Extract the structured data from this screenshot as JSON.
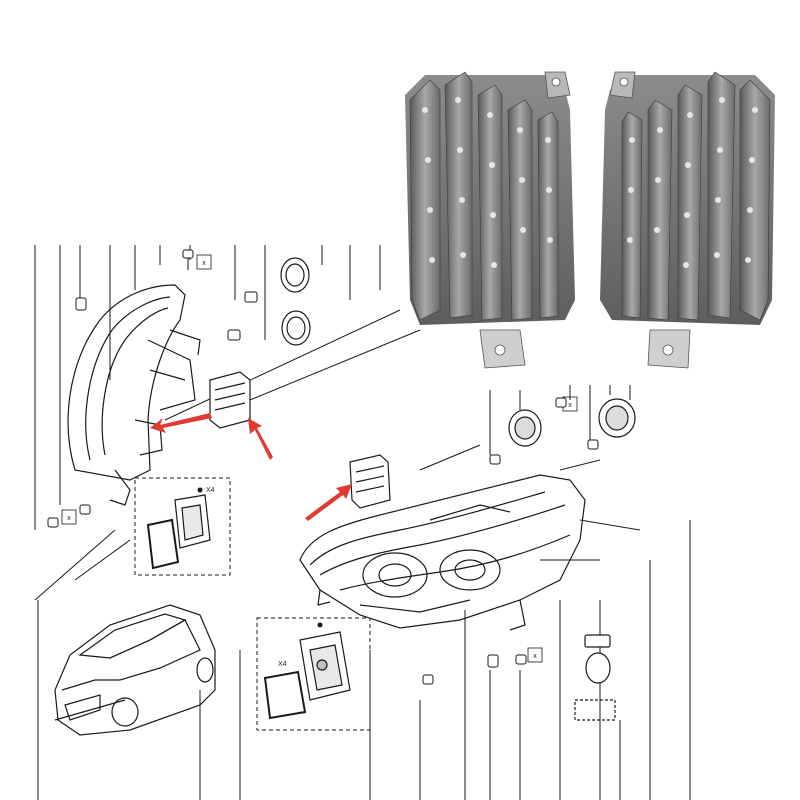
{
  "diagram": {
    "multiplier_labels": {
      "left_module": "X4",
      "bottom_module": "X4"
    },
    "torque_markers": [
      "x",
      "x",
      "x",
      "x"
    ],
    "colors": {
      "line": "#1a1a1a",
      "arrow": "#e03a33",
      "metal": "#9a9a9a",
      "metal_dark": "#4d4d4d",
      "metal_light": "#e2e2e2",
      "background": "#ffffff"
    }
  }
}
